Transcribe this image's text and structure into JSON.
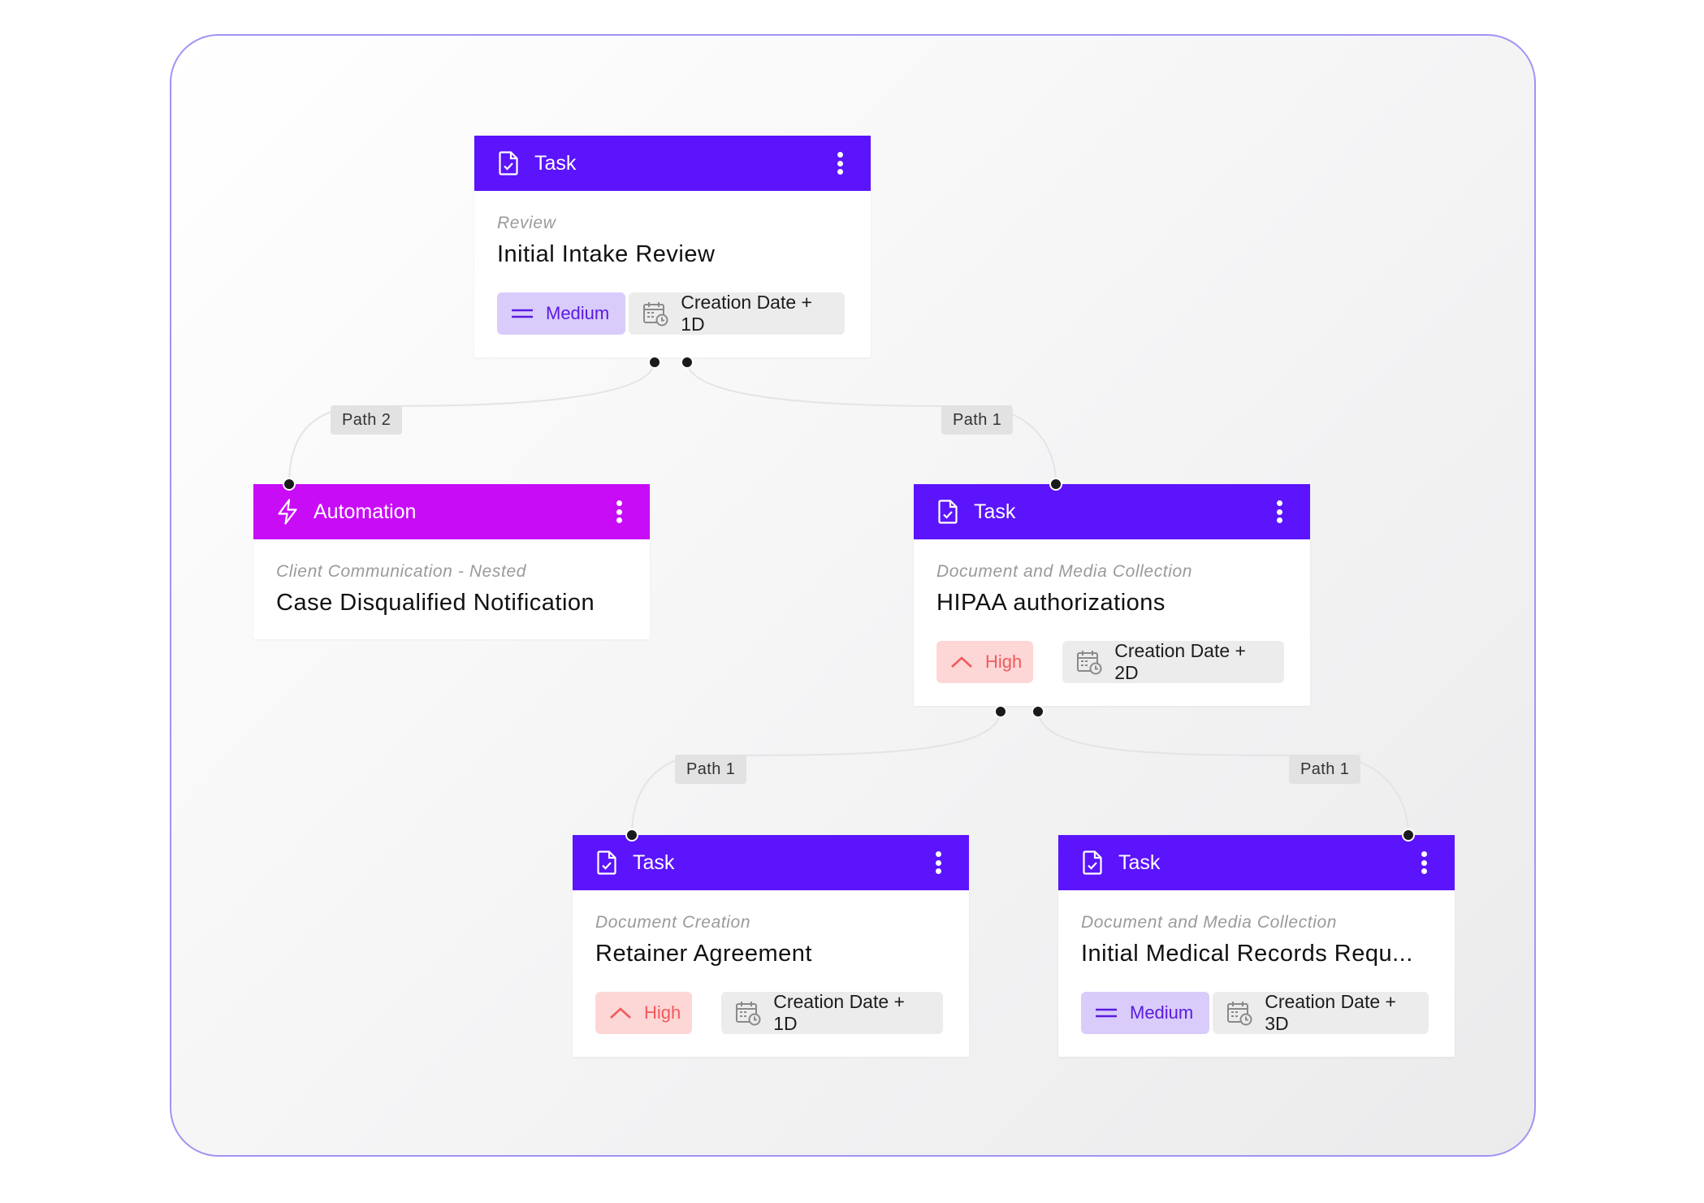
{
  "colors": {
    "task_header": "#5b14fb",
    "automation_header": "#c80cf6",
    "medium_chip_bg": "#d9ccfb",
    "medium_chip_text": "#5b1ae0",
    "high_chip_bg": "#fdd7d6",
    "high_chip_text": "#f2595c",
    "date_chip_bg": "#ececed",
    "canvas_border": "#9f95f4"
  },
  "nodes": {
    "intake": {
      "type": "Task",
      "header_icon": "document-check-icon",
      "category": "Review",
      "title": "Initial Intake Review",
      "priority": "Medium",
      "priority_icon": "equals-icon",
      "due": "Creation Date + 1D",
      "due_icon": "calendar-clock-icon"
    },
    "automation": {
      "type": "Automation",
      "header_icon": "lightning-bolt-icon",
      "category": "Client Communication - Nested",
      "title": "Case Disqualified Notification"
    },
    "hipaa": {
      "type": "Task",
      "header_icon": "document-check-icon",
      "category": "Document and Media Collection",
      "title": "HIPAA authorizations",
      "priority": "High",
      "priority_icon": "chevron-up-icon",
      "due": "Creation Date + 2D",
      "due_icon": "calendar-clock-icon"
    },
    "retainer": {
      "type": "Task",
      "header_icon": "document-check-icon",
      "category": "Document Creation",
      "title": "Retainer Agreement",
      "priority": "High",
      "priority_icon": "chevron-up-icon",
      "due": "Creation Date + 1D",
      "due_icon": "calendar-clock-icon"
    },
    "medical": {
      "type": "Task",
      "header_icon": "document-check-icon",
      "category": "Document and Media Collection",
      "title": "Initial Medical Records Requ...",
      "priority": "Medium",
      "priority_icon": "equals-icon",
      "due": "Creation Date + 3D",
      "due_icon": "calendar-clock-icon"
    }
  },
  "paths": {
    "intake_to_automation": "Path 2",
    "intake_to_hipaa": "Path 1",
    "hipaa_to_retainer": "Path 1",
    "hipaa_to_medical": "Path 1"
  }
}
